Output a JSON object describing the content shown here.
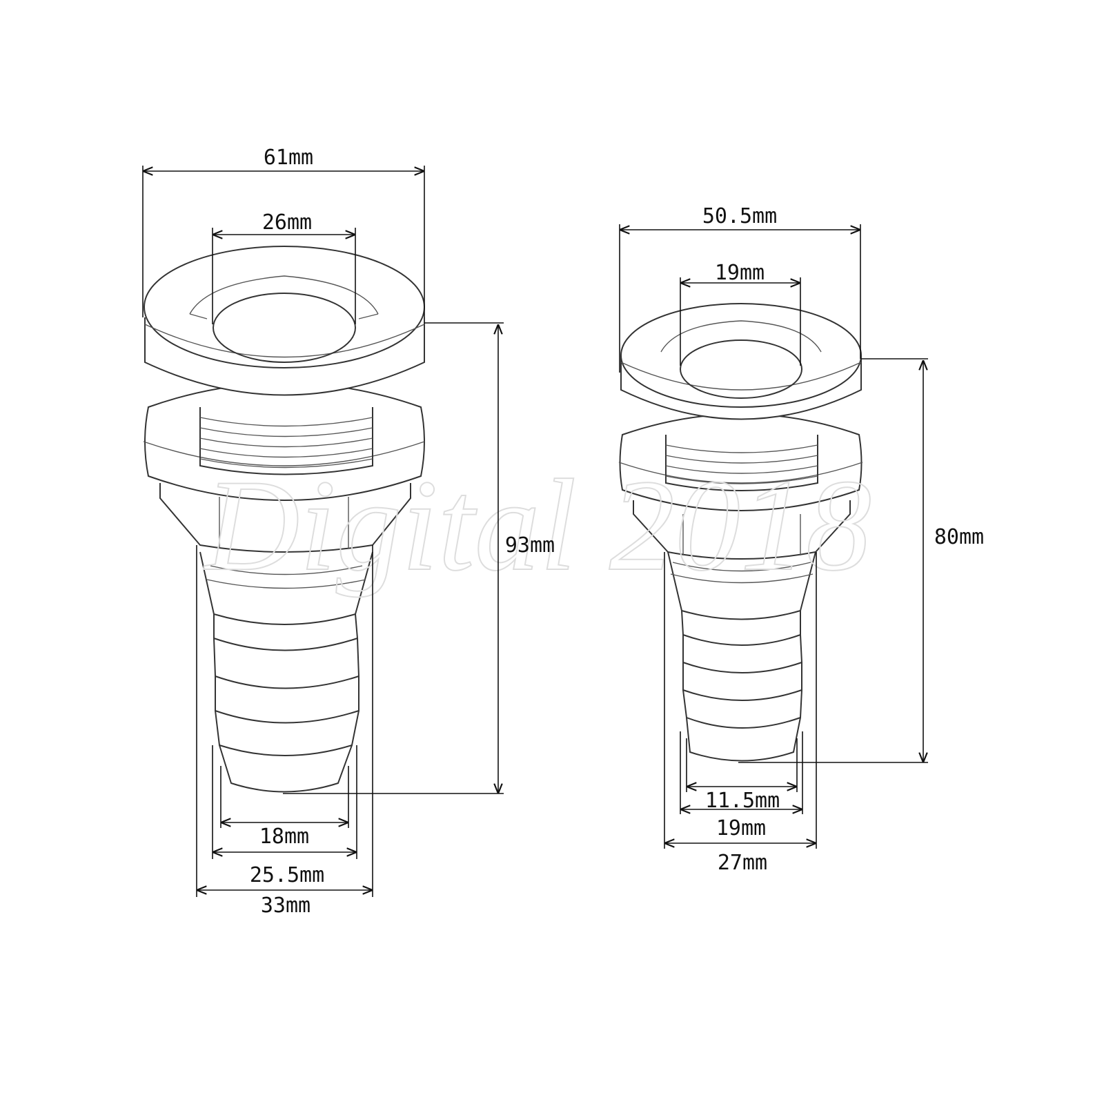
{
  "watermark": "Digital 2018",
  "large_fitting": {
    "flange_diameter": "61mm",
    "inner_opening": "26mm",
    "total_length": "93mm",
    "barb_inner": "18mm",
    "barb_outer": "25.5mm",
    "body_width": "33mm"
  },
  "small_fitting": {
    "flange_diameter": "50.5mm",
    "inner_opening": "19mm",
    "total_length": "80mm",
    "barb_inner": "11.5mm",
    "barb_outer": "19mm",
    "body_width": "27mm"
  }
}
